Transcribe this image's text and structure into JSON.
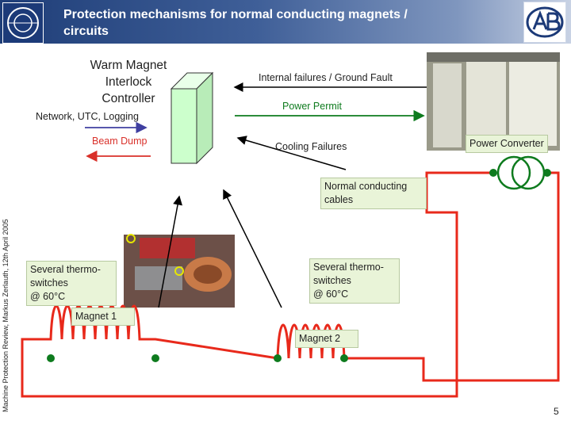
{
  "header": {
    "title": "Protection mechanisms for normal conducting magnets /\ncircuits"
  },
  "sidebar": {
    "footer": "Machine Protection Review, Markus Zerlauth, 12th April 2005"
  },
  "controller": {
    "label": "Warm Magnet\nInterlock\nController"
  },
  "signals": {
    "network": "Network, UTC, Logging",
    "beam_dump": "Beam Dump",
    "internal_failures": "Internal failures / Ground Fault",
    "power_permit": "Power Permit",
    "cooling_failures": "Cooling Failures"
  },
  "power_converter": {
    "label": "Power Converter"
  },
  "cables": {
    "label": "Normal conducting\ncables"
  },
  "thermo_left": {
    "label": "Several thermo-\nswitches\n@ 60°C"
  },
  "thermo_right": {
    "label": "Several thermo-\nswitches\n@ 60°C"
  },
  "magnet1": {
    "label": "Magnet 1"
  },
  "magnet2": {
    "label": "Magnet 2"
  },
  "page": {
    "number": "5"
  },
  "colors": {
    "circuit": "#e8291b",
    "node": "#0e7b1e",
    "cube": "#ccffcc",
    "arrow_blue": "#3f3fa0",
    "arrow_red": "#d9302a"
  }
}
